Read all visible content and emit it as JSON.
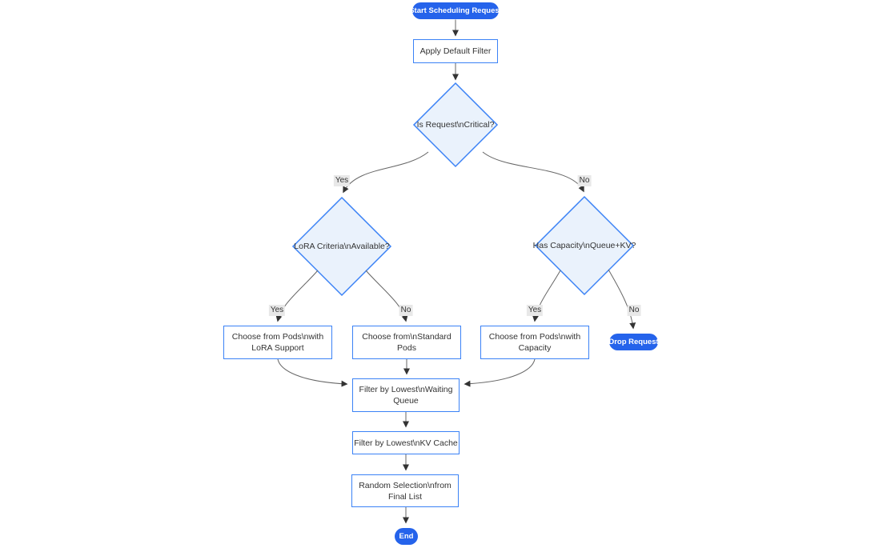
{
  "colors": {
    "pill_fill": "#2563eb",
    "node_border": "#3b82f6",
    "decision_fill": "#eaf2fc",
    "node_fill": "#ffffff",
    "edge_line": "#666666",
    "arrowhead": "#333333",
    "edge_label_bg": "#e8e8e8",
    "text": "#333333",
    "pill_text": "#ffffff"
  },
  "flowchart": {
    "nodes": {
      "start": "Start Scheduling Request",
      "apply_default_filter": "Apply Default Filter",
      "is_request_critical": "Is Request\\nCritical?",
      "lora_criteria_available": "LoRA Criteria\\nAvailable?",
      "has_capacity_queue_kv": "Has Capacity\\nQueue+KV?",
      "choose_lora_pods": "Choose from Pods\\nwith\nLoRA Support",
      "choose_standard_pods": "Choose from\\nStandard\nPods",
      "choose_capacity_pods": "Choose from Pods\\nwith\nCapacity",
      "drop_request": "Drop Request",
      "filter_waiting_queue": "Filter by Lowest\\nWaiting\nQueue",
      "filter_kv_cache": "Filter by Lowest\\nKV Cache",
      "random_selection": "Random Selection\\nfrom\nFinal List",
      "end": "End"
    },
    "edge_labels": {
      "critical_yes": "Yes",
      "critical_no": "No",
      "lora_yes": "Yes",
      "lora_no": "No",
      "capacity_yes": "Yes",
      "capacity_no": "No"
    }
  }
}
